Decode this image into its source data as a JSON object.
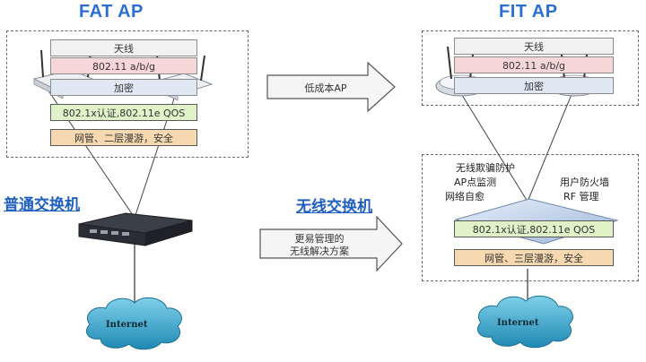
{
  "titles": {
    "left": "FAT AP",
    "right": "FIT AP"
  },
  "left_layers": {
    "antenna": "天线",
    "wifi": "802.11 a/b/g",
    "encrypt": "加密",
    "auth": "802.1x认证,802.11e QOS",
    "mgmt": "网管、二层漫游，安全"
  },
  "right_layers": {
    "antenna": "天线",
    "wifi": "802.11 a/b/g",
    "encrypt": "加密",
    "auth": "802.1x认证,802.11e QOS",
    "mgmt": "网管、三层漫游，安全"
  },
  "middle": {
    "arrow1": "低成本AP",
    "arrow2_line1": "更易管理的",
    "arrow2_line2": "无线解决方案"
  },
  "switch_labels": {
    "left": "普通交换机",
    "right": "无线交换机"
  },
  "right_features": {
    "line1": "无线欺骗防护",
    "line2": "AP点监测",
    "line3": "网络自愈",
    "line4": "用户防火墙",
    "line5": "RF 管理"
  },
  "internet": {
    "left": "Internet",
    "right": "Internet"
  },
  "colors": {
    "title": "#2c6fd1",
    "antenna": "#f2f2f2",
    "wifi": "#f6d6d6",
    "encrypt": "#dfe8f3",
    "auth": "#dff2c8",
    "mgmt": "#f6d9b0",
    "cloud": "#3aa6c9",
    "arrow": "#f3f3f3"
  },
  "icons": [
    "access-point-icon",
    "switch-icon",
    "cloud-icon",
    "arrow-icon"
  ]
}
